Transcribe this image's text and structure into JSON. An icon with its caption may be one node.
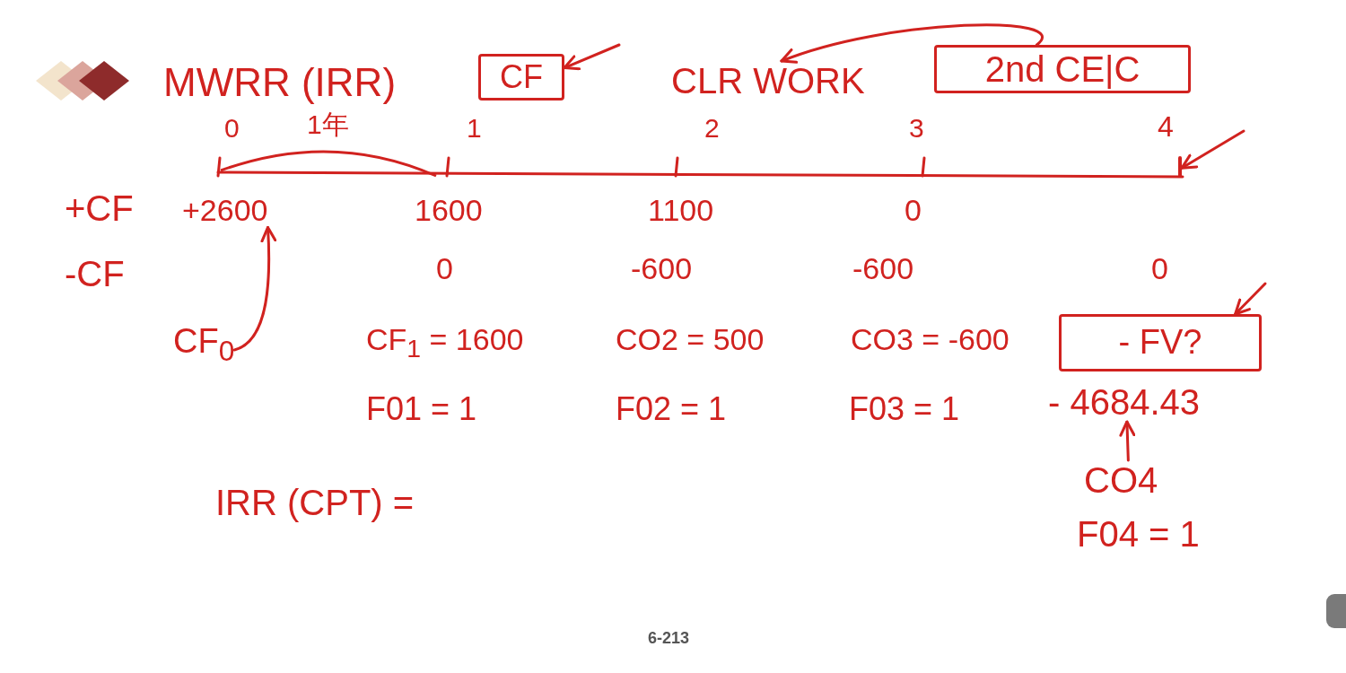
{
  "diagram": {
    "title": "MWRR (IRR)",
    "nodes": [
      {
        "text": [
          "CF"
        ]
      },
      {
        "text": [
          "CLR WORK"
        ]
      },
      {
        "text": [
          "2nd CE|C"
        ]
      },
      {
        "text": [],
        "shape": "tick"
      },
      {
        "text": [
          "+2600"
        ]
      },
      {
        "text": [
          "CF$_{0}$"
        ]
      },
      {
        "text": [
          "- FV?"
        ]
      },
      {
        "text": [
          "- 4684.43"
        ]
      },
      {
        "text": [
          "CO4"
        ]
      }
    ],
    "edges": [
      {
        "from": null,
        "to": 0,
        "arrow": "to"
      },
      {
        "from": 2,
        "to": 1,
        "arrow": "to"
      },
      {
        "from": null,
        "to": 3,
        "arrow": "to"
      },
      {
        "from": 5,
        "to": 4,
        "arrow": "to"
      },
      {
        "from": null,
        "to": 6,
        "arrow": "to"
      },
      {
        "from": 8,
        "to": 7,
        "arrow": "to"
      }
    ],
    "labels": [
      "0",
      "1年",
      "1",
      "2",
      "3",
      "4",
      "+CF",
      "1600",
      "1100",
      "0",
      "-CF",
      "0",
      "-600",
      "-600",
      "0",
      "CF$_{1}$ = 1600",
      "CO2 = 500",
      "CO3 = -600",
      "F01 = 1",
      "F02 = 1",
      "F03 = 1",
      "IRR (CPT) =",
      "F04 = 1",
      "6-213"
    ]
  }
}
